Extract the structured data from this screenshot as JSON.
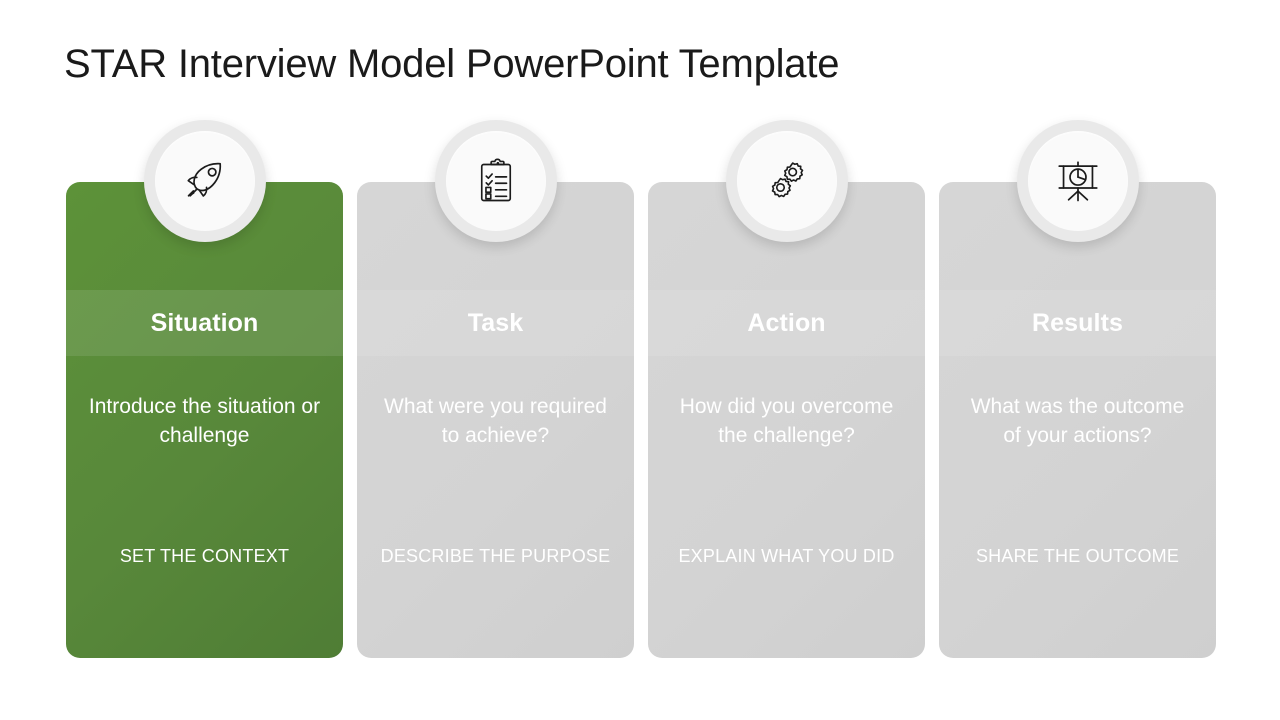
{
  "slide": {
    "title": "STAR Interview Model PowerPoint Template",
    "background_color": "#ffffff",
    "accent_color": "#5d9239",
    "muted_color": "#d4d4d4"
  },
  "cards": [
    {
      "icon": "rocket-icon",
      "heading": "Situation",
      "description": "Introduce the situation or challenge",
      "tag": "SET THE CONTEXT",
      "state": "active",
      "color": "#5d9239"
    },
    {
      "icon": "clipboard-checklist-icon",
      "heading": "Task",
      "description": "What were you required to achieve?",
      "tag": "DESCRIBE THE PURPOSE",
      "state": "inactive",
      "color": "#d4d4d4"
    },
    {
      "icon": "gears-icon",
      "heading": "Action",
      "description": "How did you overcome the challenge?",
      "tag": "EXPLAIN WHAT YOU DID",
      "state": "inactive",
      "color": "#d4d4d4"
    },
    {
      "icon": "presentation-pie-chart-icon",
      "heading": "Results",
      "description": "What was the outcome of your actions?",
      "tag": "SHARE THE OUTCOME",
      "state": "inactive",
      "color": "#d4d4d4"
    }
  ]
}
